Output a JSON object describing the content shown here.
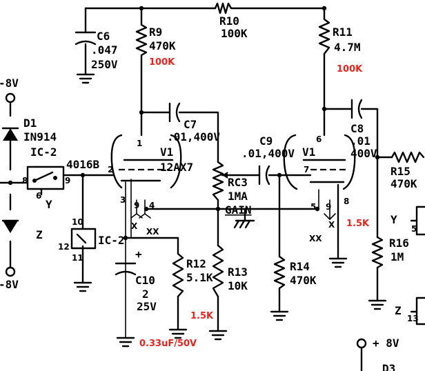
{
  "colors": {
    "ink": "#000000",
    "annotation": "#e8231e"
  },
  "supply": {
    "pos_top": "-8V",
    "neg_bottom": "-8V",
    "pos_bottom_right": "+ 8V"
  },
  "diode": {
    "ref": "D1",
    "part": "IN914"
  },
  "ic2": {
    "ref": "IC-2",
    "part": "4016B",
    "pin8": "8",
    "pin9": "9",
    "pin6": "6",
    "pin10": "10",
    "pin11": "11",
    "pin12": "12"
  },
  "caps": {
    "c6": {
      "ref": "C6",
      "value": ".047",
      "voltage": "250V"
    },
    "c7": {
      "ref": "C7",
      "value": ".01,400V"
    },
    "c8": {
      "ref": "C8",
      "value": ".01",
      "voltage": "400V"
    },
    "c9": {
      "ref": "C9",
      "value": ".01,400V"
    },
    "c10": {
      "ref": "C10",
      "value": "2",
      "voltage": "25V",
      "polarity": "+",
      "replacement": "0.33uF/50V"
    }
  },
  "resistors": {
    "r9": {
      "ref": "R9",
      "value": "470K",
      "replacement": "100K"
    },
    "r10": {
      "ref": "R10",
      "value": "100K"
    },
    "r11": {
      "ref": "R11",
      "value": "4.7M",
      "replacement": "100K"
    },
    "r12": {
      "ref": "R12",
      "value": "5.1K",
      "replacement": "1.5K"
    },
    "r13": {
      "ref": "R13",
      "value": "10K"
    },
    "r14": {
      "ref": "R14",
      "value": "470K"
    },
    "r15": {
      "ref": "R15",
      "value": "470K"
    },
    "r16": {
      "ref": "R16",
      "value": "1M"
    },
    "r_right_mod": {
      "replacement": "1.5K"
    }
  },
  "pot": {
    "ref": "RC3",
    "value": "1MA",
    "name": "GAIN"
  },
  "tube": {
    "ref_a": "V1",
    "ref_b": "V1",
    "type": "12AX7",
    "pin1": "1",
    "pin2": "2",
    "pin3": "3",
    "pin4": "4",
    "pin5": "5",
    "pin6": "6",
    "pin7": "7",
    "pin8": "8",
    "pin9a": "9",
    "pin9b": "9"
  },
  "nets": {
    "x": "X",
    "xx": "XX",
    "y": "Y",
    "z": "Z",
    "pin5": "5",
    "pin13": "13"
  },
  "partial": {
    "d3": "D3"
  }
}
